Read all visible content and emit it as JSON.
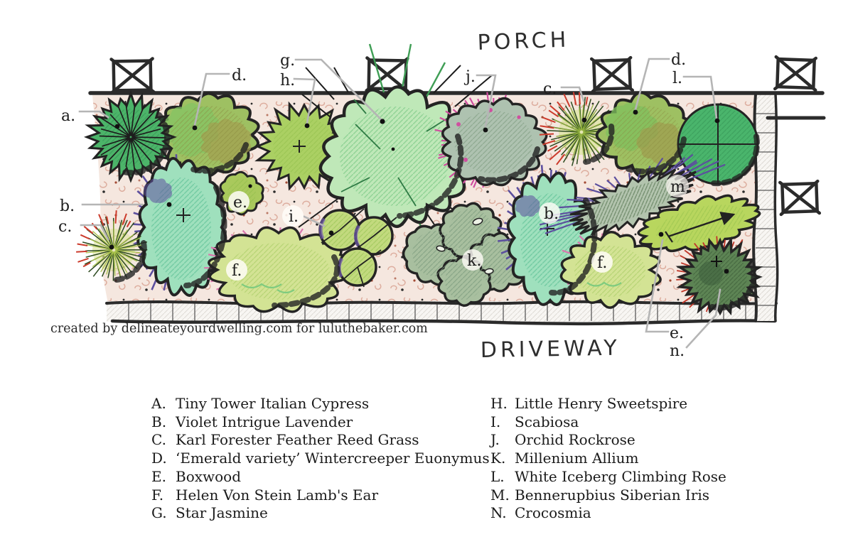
{
  "plan": {
    "porch_label": "PORCH",
    "driveway_label": "DRIVEWAY",
    "attribution": "created by delineateyourdwelling.com for luluthebaker.com",
    "callouts": {
      "a": "a.",
      "b": "b.",
      "c": "c.",
      "d": "d.",
      "e": "e.",
      "f": "f.",
      "g": "g.",
      "h": "h.",
      "i": "i.",
      "j": "j.",
      "k": "k.",
      "l": "l.",
      "m": "m.",
      "n": "n."
    }
  },
  "legend": {
    "left": [
      {
        "key": "A.",
        "name": "Tiny Tower Italian Cypress"
      },
      {
        "key": "B.",
        "name": "Violet Intrigue Lavender"
      },
      {
        "key": "C.",
        "name": "Karl Forester Feather Reed Grass"
      },
      {
        "key": "D.",
        "name": "‘Emerald variety’ Wintercreeper Euonymus"
      },
      {
        "key": "E.",
        "name": "Boxwood"
      },
      {
        "key": "F.",
        "name": "Helen Von Stein Lamb's Ear"
      },
      {
        "key": "G.",
        "name": "Star Jasmine"
      }
    ],
    "right": [
      {
        "key": "H.",
        "name": "Little Henry Sweetspire"
      },
      {
        "key": "I.",
        "name": "Scabiosa"
      },
      {
        "key": "J.",
        "name": "Orchid Rockrose"
      },
      {
        "key": "K.",
        "name": "Millenium Allium"
      },
      {
        "key": "L.",
        "name": "White Iceberg Climbing Rose"
      },
      {
        "key": "M.",
        "name": "Bennerupbius Siberian Iris"
      },
      {
        "key": "N.",
        "name": "Crocosmia"
      }
    ]
  },
  "colors": {
    "ink": "#2b2b2b",
    "leader_gray": "#b5b5b5",
    "mulch_base": "#f5e7df",
    "mulch_scribble": "#d8a493",
    "stone": "#f8f6f3",
    "lavender_purple": "#5c4f9e",
    "rockrose_pink": "#cf4f9f",
    "rose_green": "#4ab56c",
    "crocosmia_red": "#c0392b"
  }
}
